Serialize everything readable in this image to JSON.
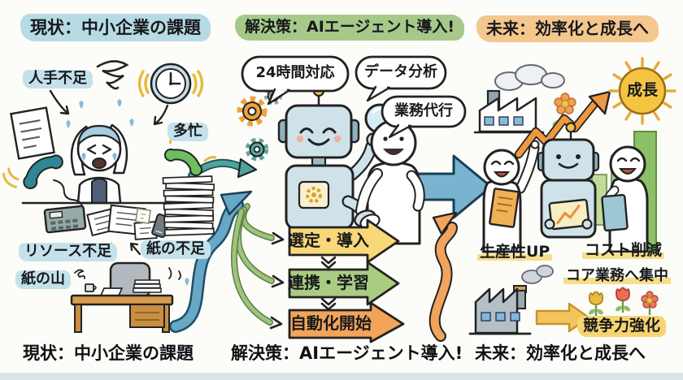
{
  "left": {
    "title": "現状：中小企業の課題",
    "caption": "現状：中小企業の課題",
    "label_hitode": "人手不足",
    "label_tabo": "多忙",
    "label_resource": "リソース不足",
    "label_kami_fusoku": "紙の不足",
    "label_kami_yama": "紙の山"
  },
  "middle": {
    "title": "解決策：AIエージェント導入!",
    "caption": "解決策：AIエージェント導入!",
    "bubble_24h": "24時間対応",
    "bubble_data": "データ分析",
    "bubble_gyomu": "業務代行",
    "step1": "選定・導入",
    "step2": "連携・学習",
    "step3": "自動化開始"
  },
  "right": {
    "title": "未来：効率化と成長へ",
    "caption": "未来：効率化と成長へ",
    "sun_label": "成長",
    "label_productivity": "生産性UP",
    "label_cost": "コスト削減",
    "label_core": "コア業務へ集中",
    "label_competitive": "競争力強化"
  },
  "colors": {
    "bg": "#fcfcf9",
    "highlight_blue": "#b7dbe4",
    "highlight_green": "#a6c98a",
    "highlight_orange": "#f4c78e",
    "label_blue": "#c5e2ec",
    "underline_yellow": "#f7df8a",
    "banner_yellow": "#f8d878",
    "banner_green": "#a9cc80",
    "banner_orange": "#f2a458",
    "arrow_blue": "#7ab3d0",
    "arrow_teal": "#4ea39e",
    "arrow_green": "#9cc47d",
    "arrow_orange": "#f0a45c",
    "sun_yellow": "#f6c443",
    "robot_body": "#cfe2ea"
  }
}
